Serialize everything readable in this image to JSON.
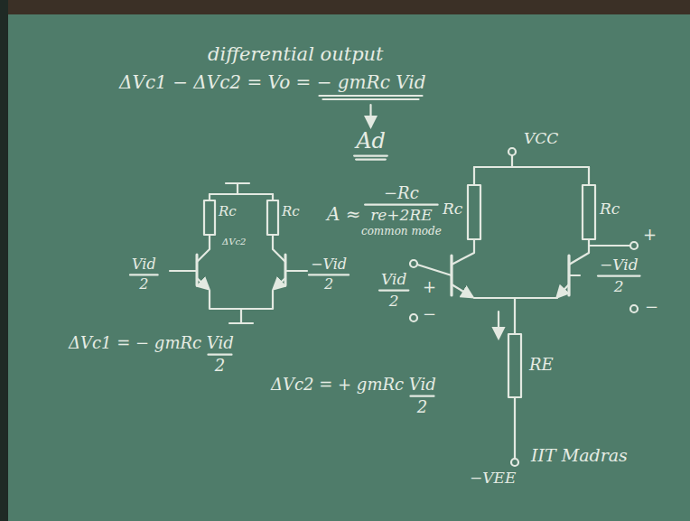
{
  "diagram": {
    "title": "differential output",
    "labels": [
      "ΔVc1 − ΔVc2 = Vo = − gmRc Vid",
      "Ad",
      "A ≈",
      "−Rc",
      "re+2RE",
      "common mode",
      "VCC",
      "Rc",
      "Rc",
      "Vid",
      "2",
      "+",
      "−",
      "+",
      "−Vid",
      "2",
      "−",
      "RE",
      "−VEE",
      "Rc",
      "Rc",
      "ΔVc2",
      "Vid",
      "2",
      "−Vid",
      "2",
      "ΔVc1 = − gmRc Vid",
      "2",
      "ΔVc2 = + gmRc Vid",
      "2",
      "IIT Madras"
    ]
  }
}
